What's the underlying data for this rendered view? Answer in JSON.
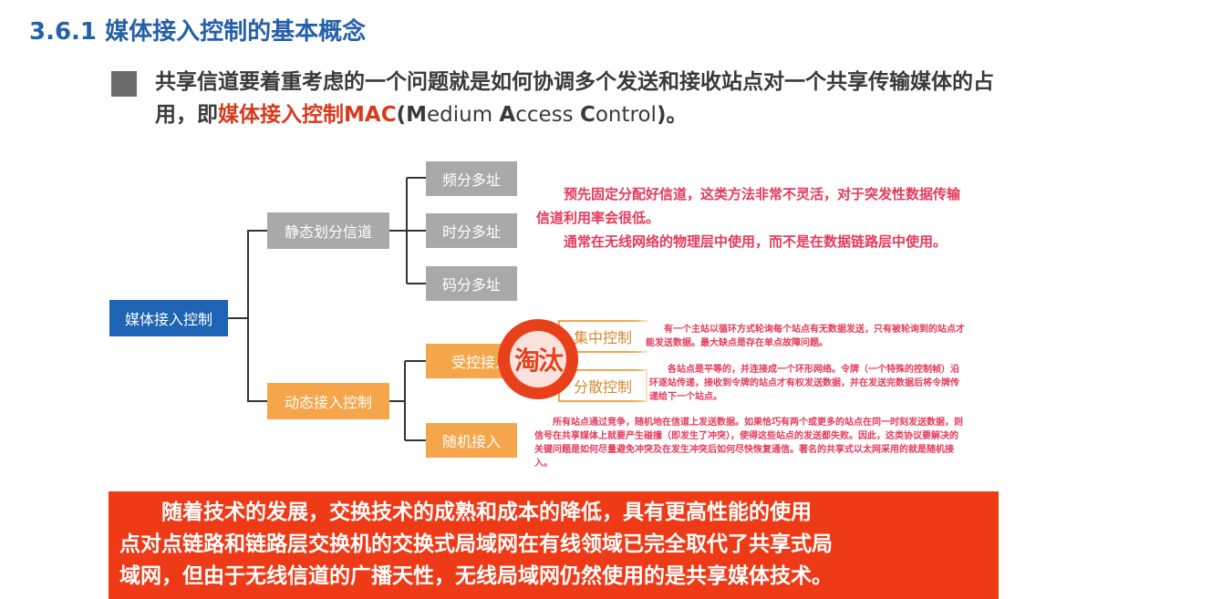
{
  "title": "3.6.1 媒体接入控制的基本概念",
  "intro": {
    "line1": "共享信道要着重考虑的一个问题就是如何协调多个发送和接收站点对一个共享传输媒体的占",
    "line2_prefix": "用，即",
    "line2_highlight": "媒体接入控制MAC",
    "line2_open": "(",
    "m_bold": "M",
    "m_rest": "edium ",
    "a_bold": "A",
    "a_rest": "ccess ",
    "c_bold": "C",
    "c_rest": "ontrol",
    "line2_suffix": ")。"
  },
  "tree": {
    "root": "媒体接入控制",
    "static": {
      "label": "静态划分信道",
      "children": [
        "频分多址",
        "时分多址",
        "码分多址"
      ]
    },
    "dynamic": {
      "label": "动态接入控制",
      "controlled": "受控接入",
      "controlled_children": [
        "集中控制",
        "分散控制"
      ],
      "random": "随机接入"
    }
  },
  "notes": {
    "static_1": "预先固定分配好信道，这类方法非常不灵活，对于突发性数据传输信道利用率会很低。",
    "static_2": "通常在无线网络的物理层中使用，而不是在数据链路层中使用。",
    "central": "有一个主站以循环方式轮询每个站点有无数据发送，只有被轮询到的站点才能发送数据。最大缺点是存在单点故障问题。",
    "distributed": "各站点是平等的，并连接成一个环形网络。令牌（一个特殊的控制帧）沿环逐站传递，接收到令牌的站点才有权发送数据，并在发送完数据后将令牌传递给下一个站点。",
    "random": "所有站点通过竞争，随机地在信道上发送数据。如果恰巧有两个或更多的站点在同一时刻发送数据，则信号在共享媒体上就要产生碰撞（即发生了冲突），使得这些站点的发送都失败。因此，这类协议要解决的关键问题是如何尽量避免冲突及在发生冲突后如何尽快恢复通信。著名的共享式以太网采用的就是随机接入。"
  },
  "stamp": "淘汰",
  "conclusion": {
    "line1": "随着技术的发展，交换技术的成熟和成本的降低，具有更高性能的使用",
    "line2": "点对点链路和链路层交换机的交换式局域网在有线领域已完全取代了共享式局",
    "line3": "域网，但由于无线信道的广播天性，无线局域网仍然使用的是共享媒体技术。"
  },
  "colors": {
    "title": "#2560a8",
    "root_box": "#1f63b4",
    "static_boxes": "#a9a9a9",
    "dynamic_boxes": "#f5a54a",
    "note_text": "#e53a5a",
    "conclusion_bg": "#ee3a16"
  }
}
